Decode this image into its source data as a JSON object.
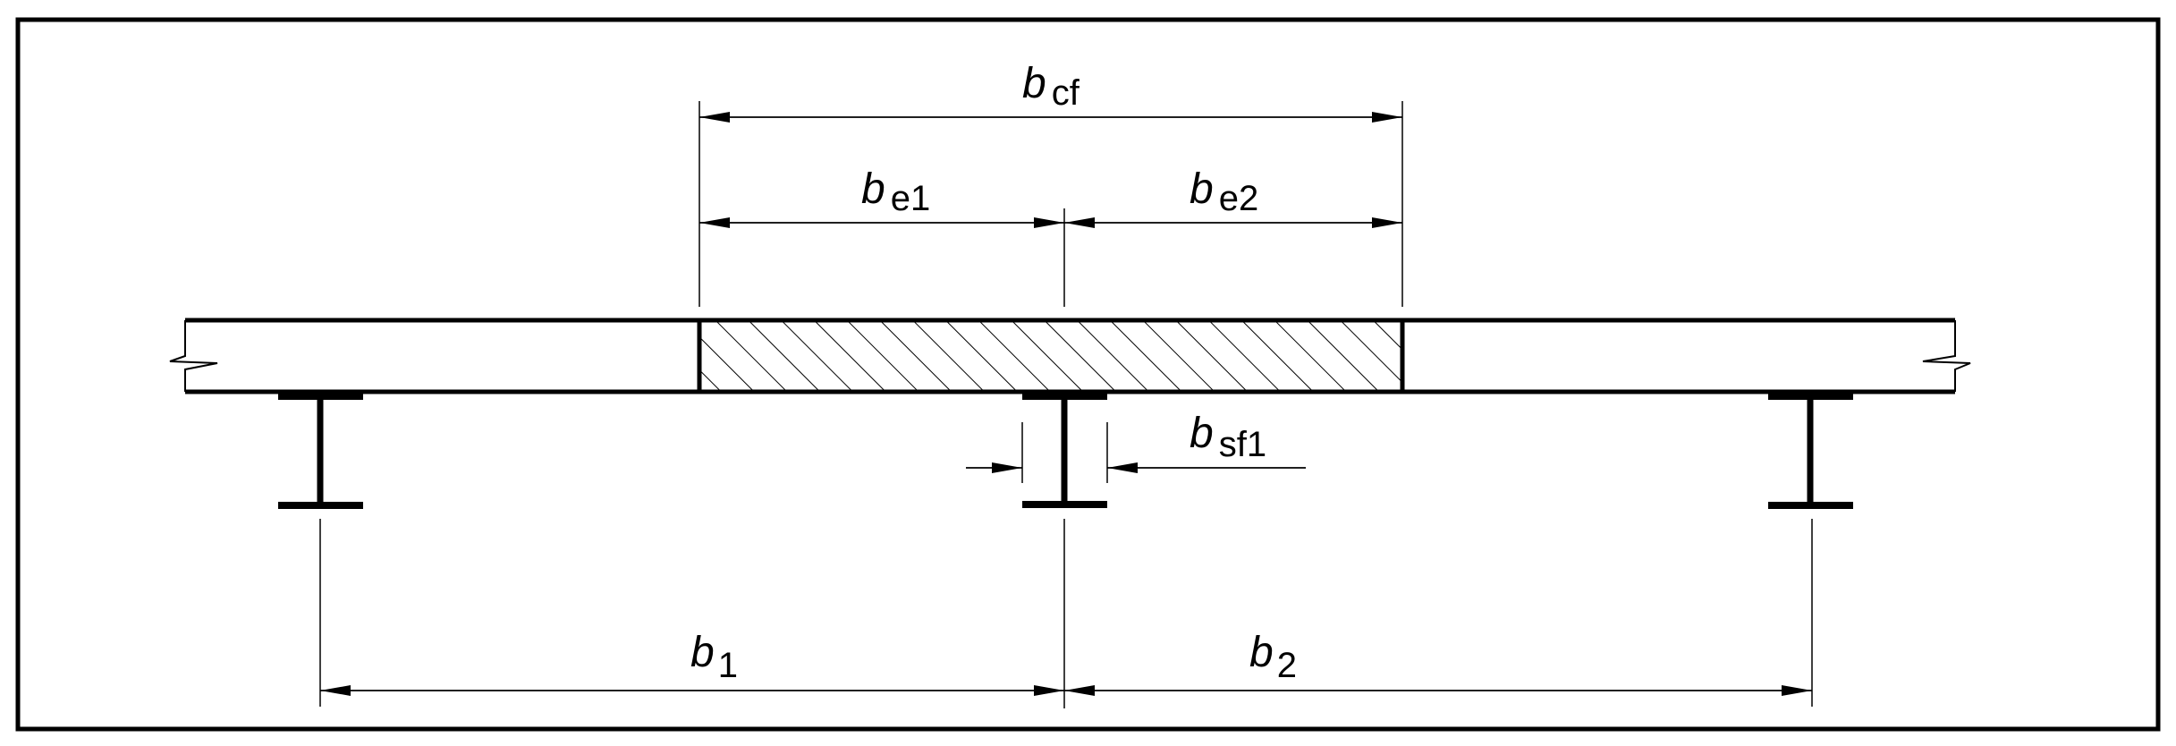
{
  "labels": {
    "bcf": {
      "symbol": "b",
      "subscript": "cf"
    },
    "be1": {
      "symbol": "b",
      "subscript": "e1"
    },
    "be2": {
      "symbol": "b",
      "subscript": "e2"
    },
    "bsf1": {
      "symbol": "b",
      "subscript": "sf1"
    },
    "b1": {
      "symbol": "b",
      "subscript": "1"
    },
    "b2": {
      "symbol": "b",
      "subscript": "2"
    }
  },
  "colors": {
    "line": "#000000",
    "background": "#ffffff"
  }
}
